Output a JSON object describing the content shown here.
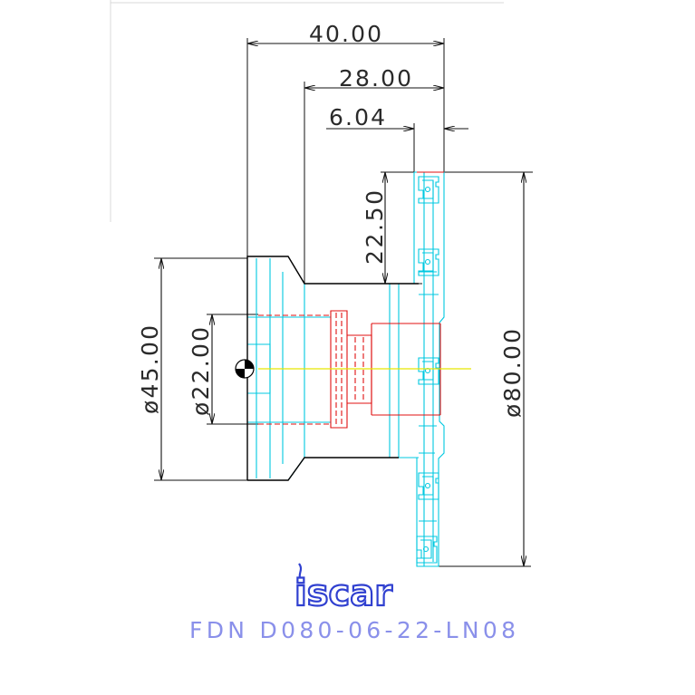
{
  "drawing": {
    "dimensions": {
      "overall_length": "40.00",
      "hub_length": "28.00",
      "offset": "6.04",
      "depth": "22.50",
      "hub_diameter": "ø45.00",
      "bore_diameter": "ø22.00",
      "cutter_diameter": "ø80.00"
    },
    "logo": "iscar",
    "part_number": "FDN D080-06-22-LN08"
  },
  "colors": {
    "outline": "#000000",
    "cutter_body": "#00c8e0",
    "bore": "#e01010",
    "centerline": "#e6e600",
    "label": "#8a90ea",
    "logo": "#3040d0"
  }
}
